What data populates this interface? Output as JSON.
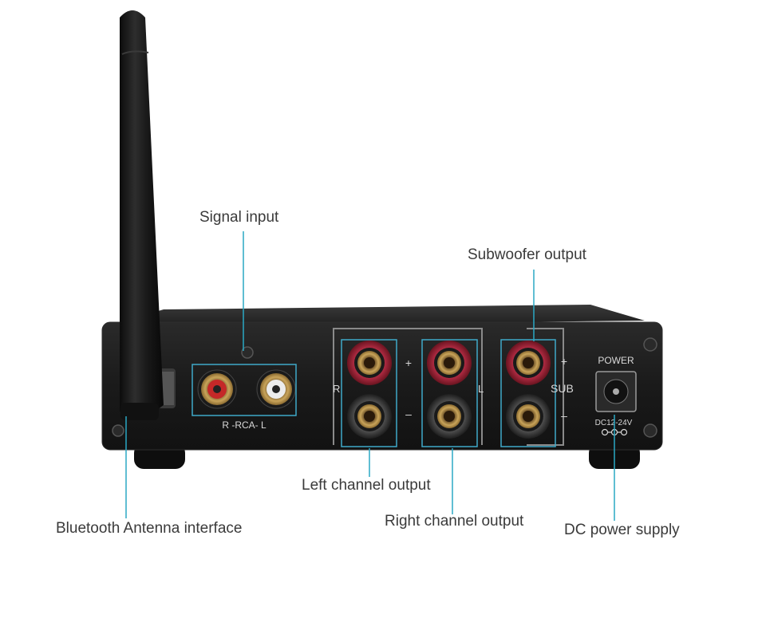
{
  "callouts": {
    "signal_input": "Signal input",
    "subwoofer_output": "Subwoofer output",
    "left_channel_output": "Left channel output",
    "right_channel_output": "Right channel output",
    "bluetooth_antenna": "Bluetooth Antenna interface",
    "dc_power_supply": "DC power supply"
  },
  "panel_labels": {
    "rca": "R  -RCA-  L",
    "r": "R",
    "l": "L",
    "plus_center": "+",
    "minus_center": "–",
    "sub": "SUB",
    "sub_plus": "+",
    "sub_minus": "–",
    "power": "POWER",
    "dc_rating": "DC12-24V"
  },
  "colors": {
    "leader_line": "#2aa8c4",
    "highlight_box": "#3fa9c9",
    "chassis": "#1c1c1c",
    "terminal_red": "#b0283a",
    "terminal_dark": "#4a4a4a",
    "gold": "#b8924a"
  },
  "icons": {
    "polarity": "center-positive-polarity-icon"
  }
}
